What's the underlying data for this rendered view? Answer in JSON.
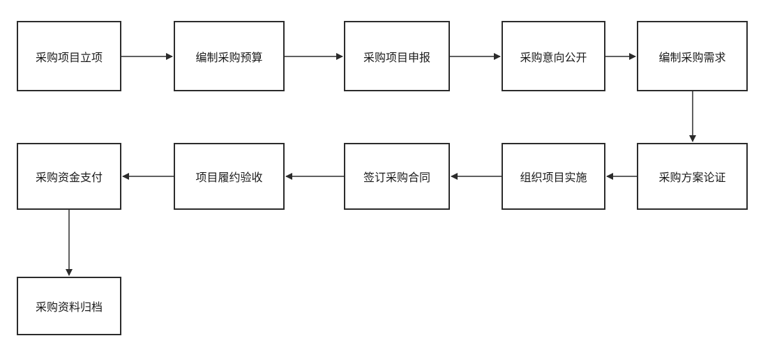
{
  "diagram": {
    "nodes": [
      {
        "id": "n1",
        "label": "采购项目立项"
      },
      {
        "id": "n2",
        "label": "编制采购预算"
      },
      {
        "id": "n3",
        "label": "采购项目申报"
      },
      {
        "id": "n4",
        "label": "采购意向公开"
      },
      {
        "id": "n5",
        "label": "编制采购需求"
      },
      {
        "id": "n6",
        "label": "采购方案论证"
      },
      {
        "id": "n7",
        "label": "组织项目实施"
      },
      {
        "id": "n8",
        "label": "签订采购合同"
      },
      {
        "id": "n9",
        "label": "项目履约验收"
      },
      {
        "id": "n10",
        "label": "采购资金支付"
      },
      {
        "id": "n11",
        "label": "采购资料归档"
      }
    ],
    "edges": [
      {
        "from": "n1",
        "to": "n2"
      },
      {
        "from": "n2",
        "to": "n3"
      },
      {
        "from": "n3",
        "to": "n4"
      },
      {
        "from": "n4",
        "to": "n5"
      },
      {
        "from": "n5",
        "to": "n6"
      },
      {
        "from": "n6",
        "to": "n7"
      },
      {
        "from": "n7",
        "to": "n8"
      },
      {
        "from": "n8",
        "to": "n9"
      },
      {
        "from": "n9",
        "to": "n10"
      },
      {
        "from": "n10",
        "to": "n11"
      }
    ],
    "colors": {
      "stroke": "#2b2b2b",
      "fill": "#ffffff",
      "text": "#1a1a1a"
    }
  }
}
